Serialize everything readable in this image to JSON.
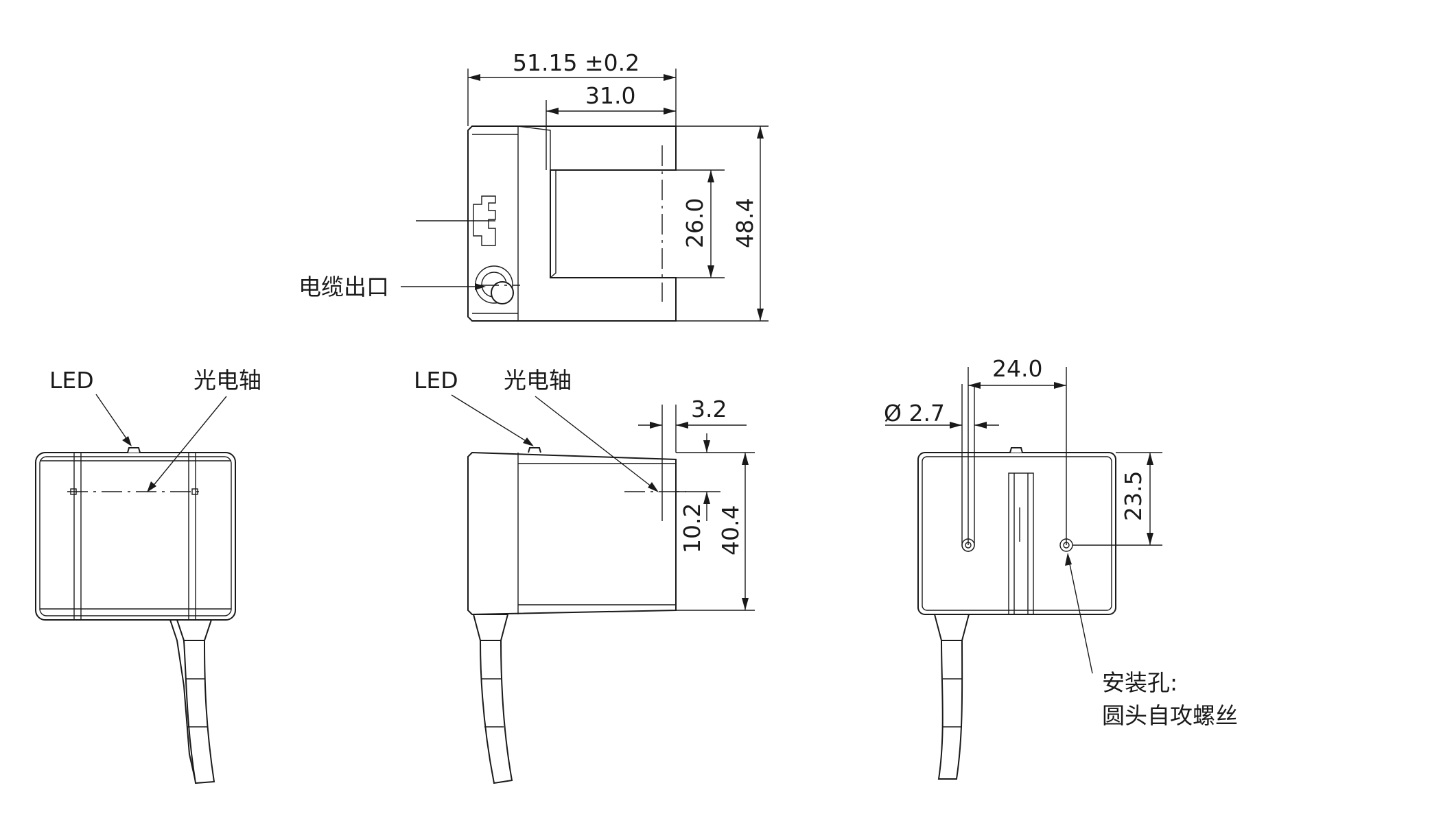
{
  "top_view": {
    "dim_overall_width": "51.15 ±0.2",
    "dim_slot_depth": "31.0",
    "dim_slot_width": "26.0",
    "dim_overall_height": "48.4",
    "label_cable_exit": "电缆出口"
  },
  "front_view": {
    "label_led": "LED",
    "label_optical_axis": "光电轴"
  },
  "side_view": {
    "label_led": "LED",
    "label_optical_axis": "光电轴",
    "dim_axis_offset": "3.2",
    "dim_axis_height": "10.2",
    "dim_body_height": "40.4"
  },
  "back_view": {
    "dim_hole_diameter": "Ø 2.7",
    "dim_hole_spacing": "24.0",
    "dim_hole_height": "23.5",
    "label_mount_hole_line1": "安装孔:",
    "label_mount_hole_line2": "圆头自攻螺丝"
  },
  "colors": {
    "line": "#1a1a1a",
    "background": "#ffffff"
  }
}
